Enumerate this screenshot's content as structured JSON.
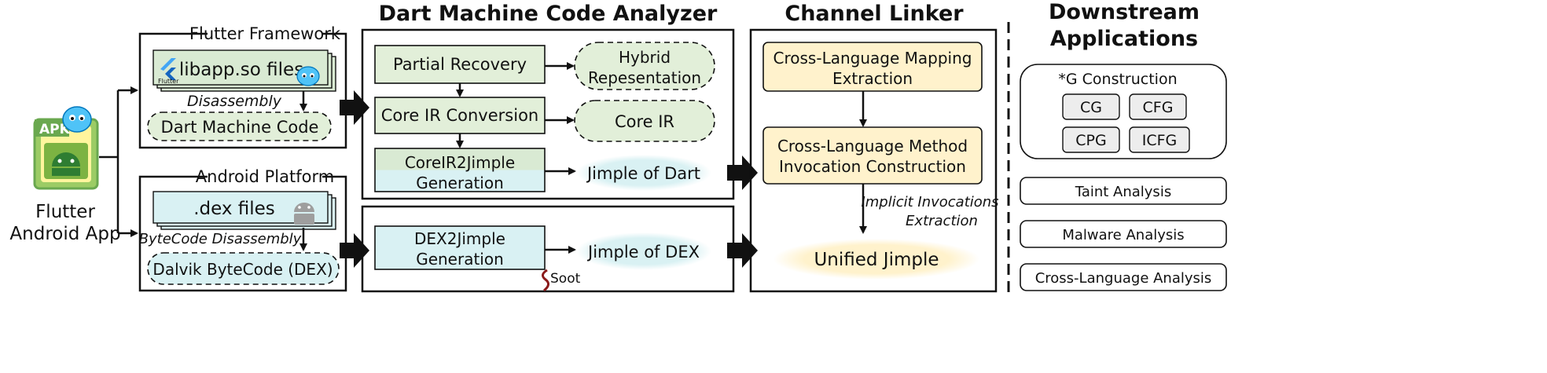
{
  "left": {
    "app_label_line1": "Flutter",
    "app_label_line2": "Android App",
    "apk_badge": "APK"
  },
  "flutter_framework": {
    "title": "Flutter Framework",
    "file_box": "libapp.so files",
    "file_logo_text": "Flutter",
    "step": "Disassembly",
    "output": "Dart Machine Code"
  },
  "android_platform": {
    "title": "Android Platform",
    "file_box": ".dex files",
    "step": "ByteCode Disassembly",
    "output": "Dalvik ByteCode (DEX)"
  },
  "dart_analyzer": {
    "title": "Dart Machine Code Analyzer",
    "partial_recovery": "Partial Recovery",
    "hybrid_line1": "Hybrid",
    "hybrid_line2": "Repesentation",
    "core_ir_conversion": "Core IR Conversion",
    "core_ir": "Core IR",
    "coreir2jimple_line1": "CoreIR2Jimple",
    "coreir2jimple_line2": "Generation",
    "jimple_dart": "Jimple of Dart"
  },
  "dex_section": {
    "dex2jimple_line1": "DEX2Jimple",
    "dex2jimple_line2": "Generation",
    "jimple_dex": "Jimple of DEX",
    "soot_logo": "Soot"
  },
  "channel_linker": {
    "title": "Channel Linker",
    "mapping_line1": "Cross-Language Mapping",
    "mapping_line2": "Extraction",
    "method_line1": "Cross-Language Method",
    "method_line2": "Invocation Construction",
    "implicit_line1": "Implicit  Invocations",
    "implicit_line2": "Extraction",
    "unified": "Unified Jimple"
  },
  "downstream": {
    "title_line1": "Downstream",
    "title_line2": "Applications",
    "g_construction": "*G Construction",
    "cg": "CG",
    "cfg": "CFG",
    "cpg": "CPG",
    "icfg": "ICFG",
    "taint": "Taint Analysis",
    "malware": "Malware Analysis",
    "cross_language": "Cross-Language Analysis"
  },
  "colors": {
    "green_box": "#e2efd9",
    "blue_box": "#d9f1f3",
    "yellow_box": "#fff2cc",
    "gray_box": "#ededed",
    "flutter_blue": "#42a5f5",
    "android_green": "#7cb342",
    "apk_frame": "#6aa84f"
  }
}
